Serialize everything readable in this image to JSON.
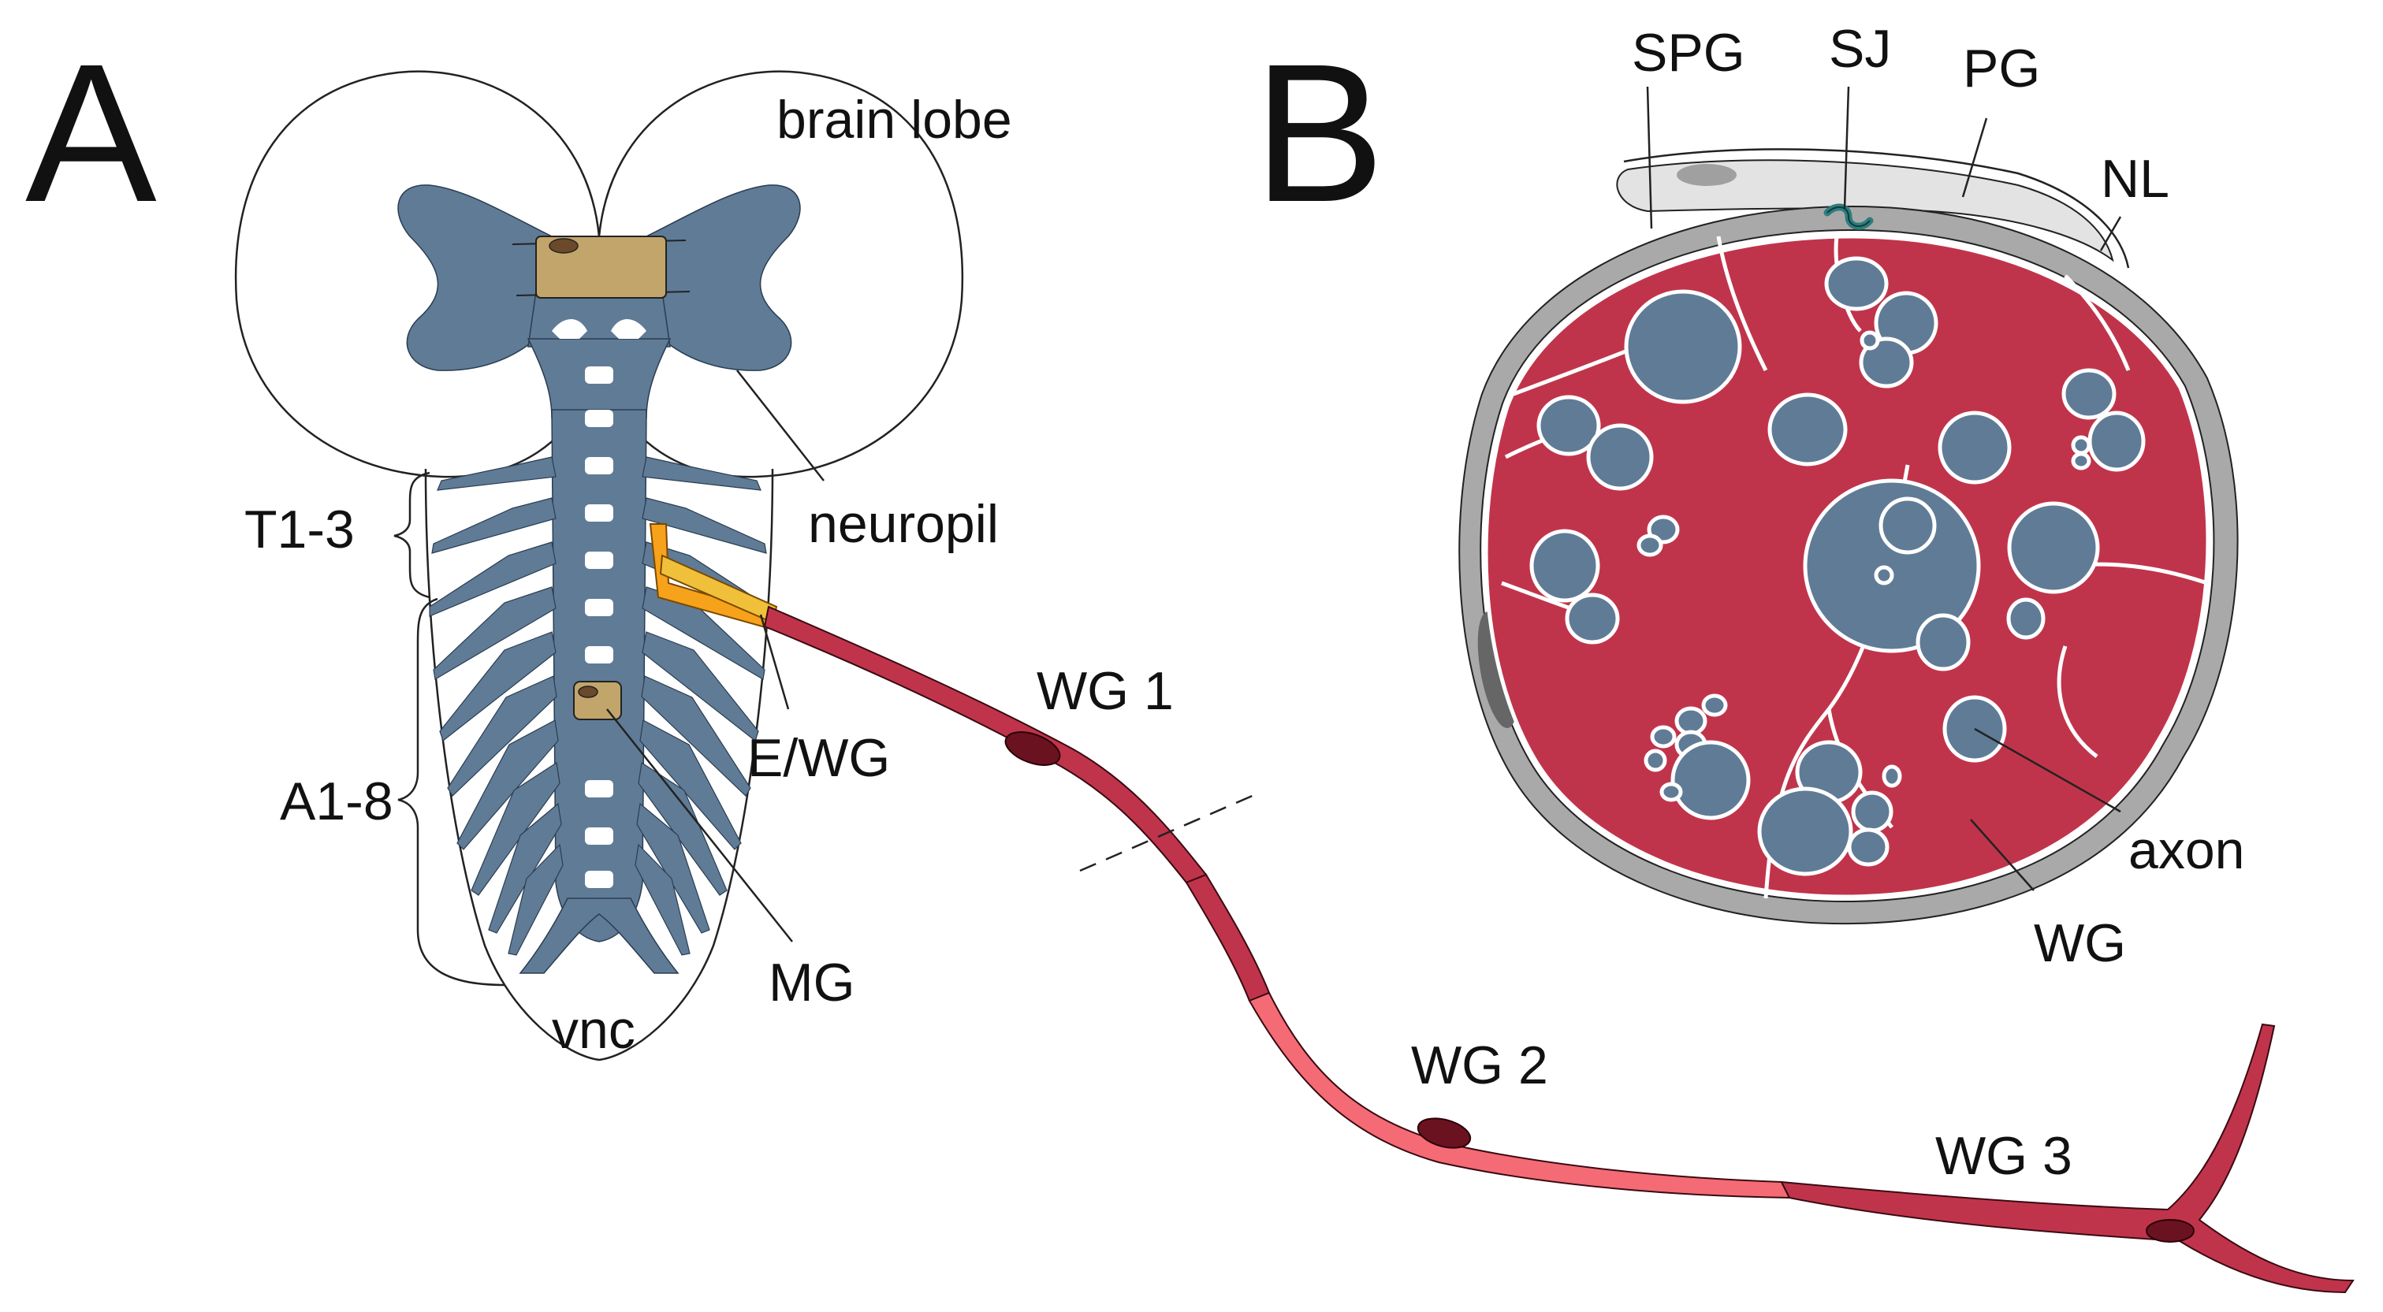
{
  "panels": {
    "a": "A",
    "b": "B"
  },
  "labels": {
    "brain_lobe": "brain lobe",
    "t1_3": "T1-3",
    "neuropil": "neuropil",
    "a1_8": "A1-8",
    "e_wg": "E/WG",
    "wg1": "WG 1",
    "mg": "MG",
    "vnc": "vnc",
    "wg2": "WG 2",
    "wg3": "WG 3",
    "spg": "SPG",
    "sj": "SJ",
    "pg": "PG",
    "nl": "NL",
    "axon": "axon",
    "wg": "WG"
  },
  "colors": {
    "neuropil": "#607b96",
    "midline_glia": "#c2a56b",
    "exit_glia": "#f0a020",
    "wrapping_glia": "#c0344b",
    "wrapping_glia_light": "#f46b75",
    "nucleus": "#6b1220",
    "perineurial": "#e3e3e3",
    "subperineurial": "#a9a9a9",
    "septate_junction": "#2e7d7e"
  }
}
